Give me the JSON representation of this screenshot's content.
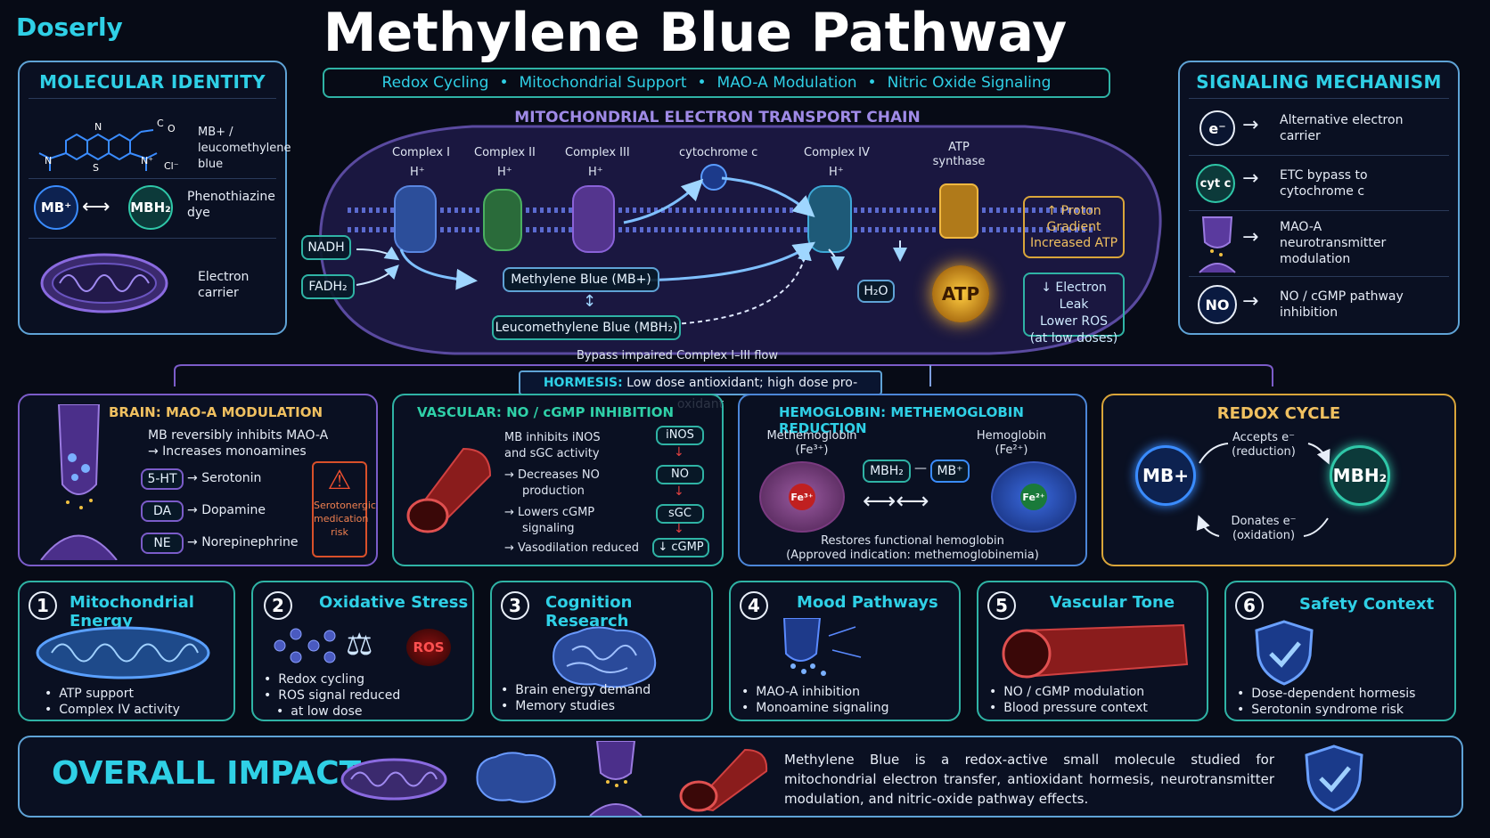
{
  "brand": "Doserly",
  "title": "Methylene Blue Pathway",
  "tags": [
    "Redox Cycling",
    "Mitochondrial Support",
    "MAO-A Modulation",
    "Nitric Oxide Signaling"
  ],
  "molecular_identity": {
    "title": "MOLECULAR IDENTITY",
    "rows": [
      {
        "label": "MB+ / leucomethylene blue"
      },
      {
        "label": "Phenothiazine dye",
        "left": "MB⁺",
        "right": "MBH₂"
      },
      {
        "label": "Electron carrier"
      }
    ],
    "struct": {
      "n1": "N",
      "n2": "N",
      "n3": "N⁺",
      "s": "S",
      "cl": "Cl⁻",
      "c": "C",
      "o": "O"
    }
  },
  "etc": {
    "title": "MITOCHONDRIAL ELECTRON TRANSPORT CHAIN",
    "complexes": [
      "Complex I",
      "Complex II",
      "Complex III",
      "cytochrome c",
      "Complex IV",
      "ATP synthase"
    ],
    "h_plus": "H⁺",
    "nadh": "NADH",
    "fadh2": "FADH₂",
    "mb": "Methylene Blue (MB+)",
    "leuco": "Leucomethylene Blue (MBH₂)",
    "h2o": "H₂O",
    "atp": "ATP",
    "proton_box": [
      "↑ Proton",
      "Gradient",
      "Increased ATP"
    ],
    "leak_box": [
      "↓ Electron Leak",
      "Lower ROS",
      "(at low doses)"
    ],
    "bypass": "Bypass impaired Complex I–III flow"
  },
  "hormesis": {
    "label": "HORMESIS:",
    "text": "Low dose antioxidant; high dose pro-oxidant"
  },
  "signaling": {
    "title": "SIGNALING MECHANISM",
    "items": [
      {
        "icon": "e⁻",
        "text": "Alternative electron carrier"
      },
      {
        "icon": "cyt c",
        "text": "ETC bypass to cytochrome c"
      },
      {
        "icon": "",
        "text": "MAO-A neurotransmitter modulation"
      },
      {
        "icon": "NO",
        "text": "NO / cGMP pathway inhibition"
      }
    ]
  },
  "brain": {
    "title": "BRAIN: MAO-A MODULATION",
    "line1": "MB reversibly inhibits MAO-A",
    "line2": "→ Increases monoamines",
    "rows": [
      {
        "abbr": "5-HT",
        "name": "Serotonin"
      },
      {
        "abbr": "DA",
        "name": "Dopamine"
      },
      {
        "abbr": "NE",
        "name": "Norepinephrine"
      }
    ],
    "warning": [
      "Serotonergic",
      "medication",
      "risk"
    ]
  },
  "vascular": {
    "title": "VASCULAR: NO / cGMP INHIBITION",
    "intro": [
      "MB inhibits iNOS",
      "and sGC activity"
    ],
    "points": [
      "→ Decreases NO",
      "production",
      "→ Lowers cGMP",
      "signaling",
      "→ Vasodilation reduced"
    ],
    "chain": [
      "iNOS",
      "NO",
      "sGC",
      "↓ cGMP"
    ]
  },
  "hemoglobin": {
    "title": "HEMOGLOBIN: METHEMOGLOBIN REDUCTION",
    "left": [
      "Methemoglobin",
      "(Fe³⁺)"
    ],
    "right": [
      "Hemoglobin",
      "(Fe²⁺)"
    ],
    "fe3": "Fe³⁺",
    "fe2": "Fe²⁺",
    "mbh2": "MBH₂",
    "mb": "MB⁺",
    "caption1": "Restores functional hemoglobin",
    "caption2": "(Approved indication: methemoglobinemia)"
  },
  "redox": {
    "title": "REDOX CYCLE",
    "left": "MB+",
    "right": "MBH₂",
    "top": [
      "Accepts e⁻",
      "(reduction)"
    ],
    "bottom": [
      "Donates e⁻",
      "(oxidation)"
    ]
  },
  "benefits": [
    {
      "n": "1",
      "title": "Mitochondrial Energy",
      "points": [
        "ATP support",
        "Complex IV activity"
      ]
    },
    {
      "n": "2",
      "title": "Oxidative Stress",
      "points": [
        "Redox cycling",
        "ROS signal reduced",
        "at low dose"
      ],
      "ros": "ROS"
    },
    {
      "n": "3",
      "title": "Cognition Research",
      "points": [
        "Brain energy demand",
        "Memory studies"
      ]
    },
    {
      "n": "4",
      "title": "Mood Pathways",
      "points": [
        "MAO-A inhibition",
        "Monoamine signaling"
      ]
    },
    {
      "n": "5",
      "title": "Vascular Tone",
      "points": [
        "NO / cGMP modulation",
        "Blood pressure context"
      ]
    },
    {
      "n": "6",
      "title": "Safety Context",
      "points": [
        "Dose-dependent hormesis",
        "Serotonin syndrome risk"
      ]
    }
  ],
  "overall": {
    "title": "OVERALL IMPACT",
    "text": "Methylene Blue is a redox-active small molecule studied for mitochondrial electron transfer, antioxidant hormesis, neurotransmitter modulation, and nitric-oxide pathway effects."
  }
}
